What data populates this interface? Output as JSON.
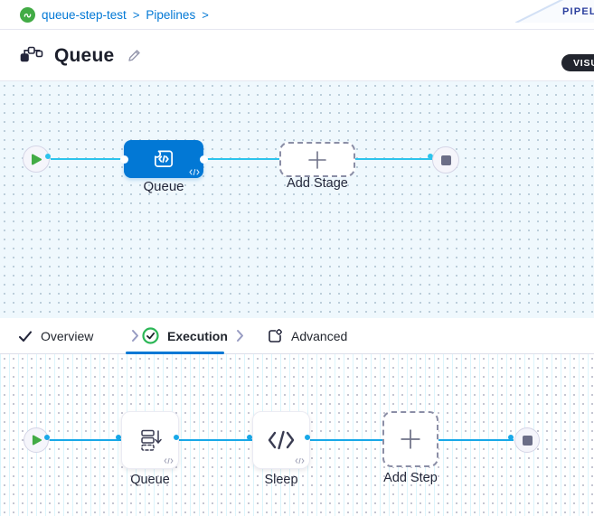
{
  "breadcrumb": {
    "items": [
      "queue-step-test",
      "Pipelines"
    ],
    "separator": ">"
  },
  "ribbon": {
    "label": "PIPELINE STUDIO"
  },
  "header": {
    "title": "Queue",
    "view_toggle": "VISUAL"
  },
  "stage_canvas": {
    "stage": {
      "label": "Queue"
    },
    "add_stage_label": "Add Stage"
  },
  "tabs": [
    {
      "label": "Overview",
      "state": "completed"
    },
    {
      "label": "Execution",
      "state": "active"
    },
    {
      "label": "Advanced",
      "state": "default"
    }
  ],
  "execution_canvas": {
    "steps": [
      {
        "label": "Queue",
        "icon": "queue-icon"
      },
      {
        "label": "Sleep",
        "icon": "code-icon"
      }
    ],
    "add_step_label": "Add Step"
  },
  "colors": {
    "primary_blue": "#0278D5",
    "stage_node_blue": "#0278D5",
    "edge_cyan": "#2CC3EC",
    "edge_blue": "#18A8E8",
    "success_green": "#42AB45",
    "tab_check_green": "#2BB656",
    "stop_square_grey": "#6B6E87",
    "toggle_pill_dark": "#22252E",
    "canvas_top_bg": "#EFF8FD"
  }
}
